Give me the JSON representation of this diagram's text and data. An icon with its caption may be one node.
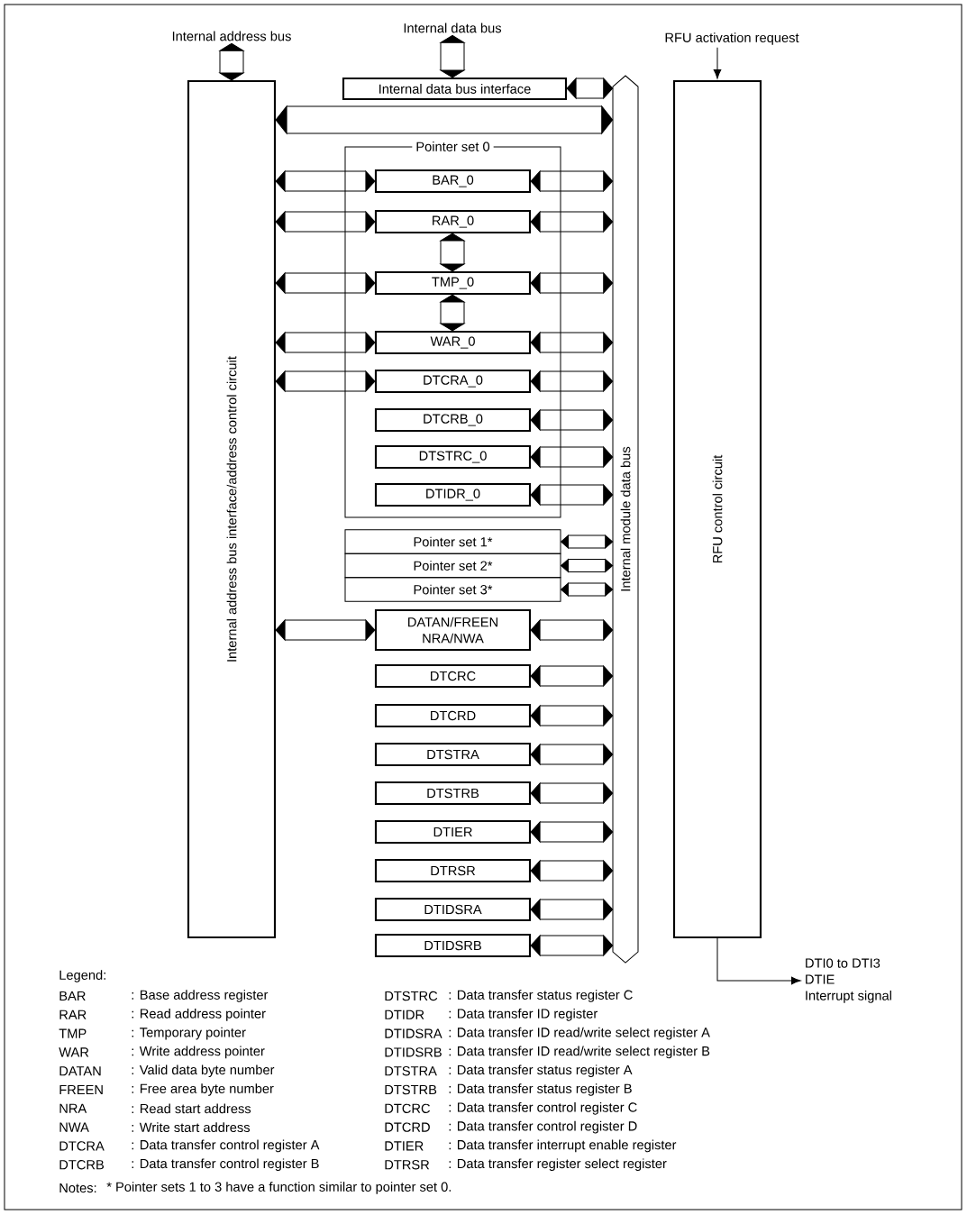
{
  "diagram": {
    "nodes": [
      {
        "text": [
          "Internal address bus"
        ]
      },
      {
        "text": [
          "Internal address bus interface/address control circuit"
        ]
      },
      {
        "text": [
          "Internal data bus"
        ]
      },
      {
        "text": [
          "Internal data bus interface"
        ]
      },
      {
        "text": [
          "Internal module data bus"
        ]
      },
      {
        "text": [
          "RFU activation request"
        ]
      },
      {
        "text": [
          "RFU control circuit"
        ]
      },
      {
        "text": [
          "Pointer set 0"
        ]
      },
      {
        "text": [
          "BAR_0"
        ],
        "in": 7
      },
      {
        "text": [
          "RAR_0"
        ],
        "in": 7
      },
      {
        "text": [
          "TMP_0"
        ],
        "in": 7
      },
      {
        "text": [
          "WAR_0"
        ],
        "in": 7
      },
      {
        "text": [
          "DTCRA_0"
        ],
        "in": 7
      },
      {
        "text": [
          "DTCRB_0"
        ],
        "in": 7
      },
      {
        "text": [
          "DTSTRC_0"
        ],
        "in": 7
      },
      {
        "text": [
          "DTIDR_0"
        ],
        "in": 7
      },
      {
        "text": [
          "Pointer set 1*"
        ]
      },
      {
        "text": [
          "Pointer set 2*"
        ]
      },
      {
        "text": [
          "Pointer set 3*"
        ]
      },
      {
        "text": [
          "DATAN/FREEN NRA/NWA"
        ]
      },
      {
        "text": [
          "DTCRC"
        ]
      },
      {
        "text": [
          "DTCRD"
        ]
      },
      {
        "text": [
          "DTSTRA"
        ]
      },
      {
        "text": [
          "DTSTRB"
        ]
      },
      {
        "text": [
          "DTIER"
        ]
      },
      {
        "text": [
          "DTRSR"
        ]
      },
      {
        "text": [
          "DTIDSRA"
        ]
      },
      {
        "text": [
          "DTIDSRB"
        ]
      },
      {
        "text": [
          "DTI0 to DTI3",
          "DTIE",
          "Interrupt signal"
        ]
      }
    ],
    "edges": [
      {
        "from": 0,
        "to": 1,
        "arrow": "both"
      },
      {
        "from": 2,
        "to": 3,
        "arrow": "both"
      },
      {
        "from": 3,
        "to": 4,
        "arrow": "both"
      },
      {
        "from": 1,
        "to": 4,
        "arrow": "both"
      },
      {
        "from": 1,
        "to": 8,
        "arrow": "both"
      },
      {
        "from": 8,
        "to": 4,
        "arrow": "both"
      },
      {
        "from": 1,
        "to": 9,
        "arrow": "both"
      },
      {
        "from": 9,
        "to": 4,
        "arrow": "both"
      },
      {
        "from": 9,
        "to": 10,
        "arrow": "both"
      },
      {
        "from": 1,
        "to": 10,
        "arrow": "both"
      },
      {
        "from": 10,
        "to": 4,
        "arrow": "both"
      },
      {
        "from": 10,
        "to": 11,
        "arrow": "both"
      },
      {
        "from": 1,
        "to": 11,
        "arrow": "both"
      },
      {
        "from": 11,
        "to": 4,
        "arrow": "both"
      },
      {
        "from": 1,
        "to": 12,
        "arrow": "both"
      },
      {
        "from": 12,
        "to": 4,
        "arrow": "both"
      },
      {
        "from": 13,
        "to": 4,
        "arrow": "both"
      },
      {
        "from": 14,
        "to": 4,
        "arrow": "both"
      },
      {
        "from": 15,
        "to": 4,
        "arrow": "both"
      },
      {
        "from": 16,
        "to": 4,
        "arrow": "both"
      },
      {
        "from": 17,
        "to": 4,
        "arrow": "both"
      },
      {
        "from": 18,
        "to": 4,
        "arrow": "both"
      },
      {
        "from": 1,
        "to": 19,
        "arrow": "both"
      },
      {
        "from": 19,
        "to": 4,
        "arrow": "both"
      },
      {
        "from": 20,
        "to": 4,
        "arrow": "both"
      },
      {
        "from": 21,
        "to": 4,
        "arrow": "both"
      },
      {
        "from": 22,
        "to": 4,
        "arrow": "both"
      },
      {
        "from": 23,
        "to": 4,
        "arrow": "both"
      },
      {
        "from": 24,
        "to": 4,
        "arrow": "both"
      },
      {
        "from": 25,
        "to": 4,
        "arrow": "both"
      },
      {
        "from": 26,
        "to": 4,
        "arrow": "both"
      },
      {
        "from": 27,
        "to": 4,
        "arrow": "both"
      },
      {
        "from": 5,
        "to": 6,
        "arrow": "to"
      },
      {
        "from": 6,
        "to": 28,
        "arrow": "to"
      }
    ],
    "labels": [
      "Legend:",
      "BAR",
      ": Base address register",
      "DTSTRC",
      ": Data transfer status register C",
      "RAR",
      ": Read address pointer",
      "DTIDR",
      ": Data transfer ID register",
      "TMP",
      ": Temporary pointer",
      "DTIDSRA",
      ": Data transfer ID read/write select register A",
      "WAR",
      ": Write address pointer",
      "DTIDSRB",
      ": Data transfer ID read/write select register B",
      "DATAN",
      ": Valid data byte number",
      "DTSTRA",
      ": Data transfer status register A",
      "FREEN",
      ": Free area byte number",
      "DTSTRB",
      ": Data transfer status register B",
      "NRA",
      ": Read start address",
      "DTCRC",
      ": Data transfer control register C",
      "NWA",
      ": Write start address",
      "DTCRD",
      ": Data transfer control register D",
      "DTCRA",
      ": Data transfer control register A",
      "DTIER",
      ": Data transfer interrupt enable register",
      "DTCRB",
      ": Data transfer control register B",
      "DTRSR",
      ": Data transfer register select register",
      "Notes:",
      "* Pointer sets 1 to 3 have a function similar to pointer set 0."
    ]
  }
}
